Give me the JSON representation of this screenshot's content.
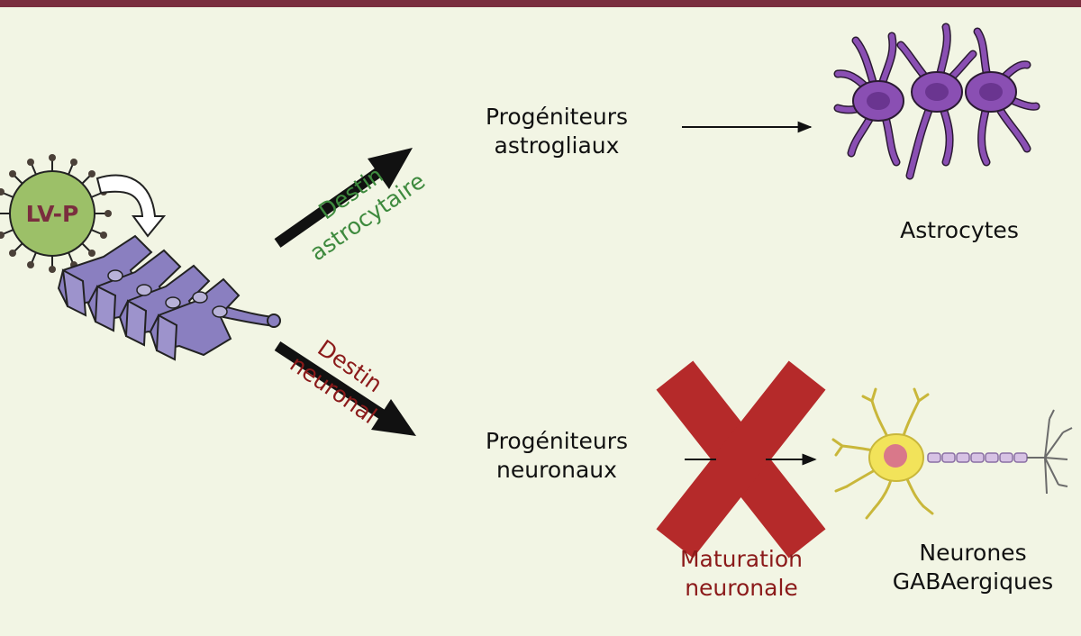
{
  "virus_label": "LV-P",
  "fate_astro": {
    "line1": "Destin",
    "line2": "astrocytaire"
  },
  "fate_neuro": {
    "line1": "Destin",
    "line2": "neuronal"
  },
  "prog_astro": {
    "line1": "Progéniteurs",
    "line2": "astrogliaux"
  },
  "prog_neuro": {
    "line1": "Progéniteurs",
    "line2": "neuronaux"
  },
  "astrocytes_label": "Astrocytes",
  "neurons_label": {
    "line1": "Neurones",
    "line2": "GABAergiques"
  },
  "blocked_label": {
    "line1": "Maturation",
    "line2": "neuronale"
  },
  "colors": {
    "top_bar": "#7a2e3e",
    "background": "#f2f5e4",
    "astro_text": "#3e8a3e",
    "neuro_text": "#8b1a1a",
    "cross": "#b52a2a",
    "virus": "#9cc068",
    "astrocyte": "#8a4fb3",
    "progenitor": "#8a7fc0",
    "neuron": "#f2e35a"
  },
  "icons": [
    "virus-icon",
    "progenitor-cells-icon",
    "astrocytes-icon",
    "gabaergic-neuron-icon",
    "cross-icon"
  ]
}
